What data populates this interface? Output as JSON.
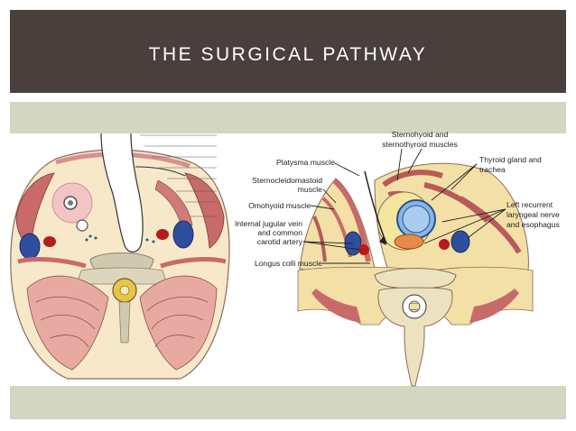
{
  "slide": {
    "title": "THE SURGICAL PATHWAY"
  },
  "colors": {
    "title_bar": "#4a3f3c",
    "band": "#d3d6c1",
    "muscle": "#c96a6a",
    "fat": "#f3e0a6",
    "vein": "#2f4f9e",
    "artery": "#b71c1c"
  },
  "labels": {
    "sternohyoid_1": "Sternohyoid and",
    "sternohyoid_2": "sternothyroid muscles",
    "platysma": "Platysma muscle",
    "scm_1": "Sternocleidomastoid",
    "scm_2": "muscle",
    "omohyoid": "Omohyoid muscle",
    "jugular_1": "Internal jugular vein",
    "jugular_2": "and common",
    "jugular_3": "carotid artery",
    "longus": "Longus colli muscle",
    "thyroid_1": "Thyroid gland and",
    "thyroid_2": "trachea",
    "recurrent_1": "Left recurrent",
    "recurrent_2": "laryngeal nerve",
    "recurrent_3": "and esophagus"
  }
}
